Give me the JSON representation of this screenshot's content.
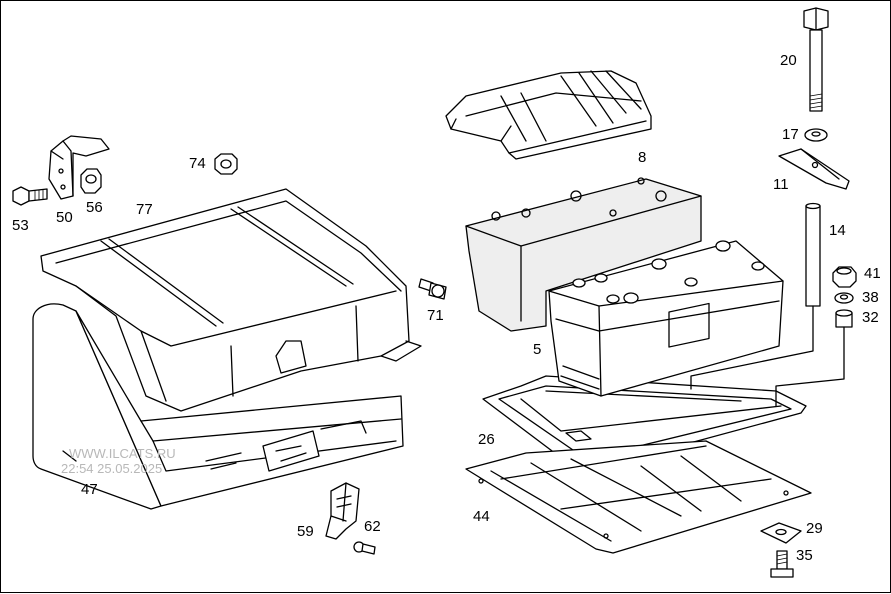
{
  "watermark": {
    "site": "WWW.ILCATS.RU",
    "timestamp": "22:54 25.05.2025"
  },
  "parts": [
    {
      "id": "p20",
      "label": "20"
    },
    {
      "id": "p17",
      "label": "17"
    },
    {
      "id": "p11",
      "label": "11"
    },
    {
      "id": "p14",
      "label": "14"
    },
    {
      "id": "p41",
      "label": "41"
    },
    {
      "id": "p38",
      "label": "38"
    },
    {
      "id": "p32",
      "label": "32"
    },
    {
      "id": "p8",
      "label": "8"
    },
    {
      "id": "p5",
      "label": "5"
    },
    {
      "id": "p26",
      "label": "26"
    },
    {
      "id": "p44",
      "label": "44"
    },
    {
      "id": "p29",
      "label": "29"
    },
    {
      "id": "p35",
      "label": "35"
    },
    {
      "id": "p74",
      "label": "74"
    },
    {
      "id": "p71",
      "label": "71"
    },
    {
      "id": "p53",
      "label": "53"
    },
    {
      "id": "p50",
      "label": "50"
    },
    {
      "id": "p56",
      "label": "56"
    },
    {
      "id": "p77",
      "label": "77"
    },
    {
      "id": "p47",
      "label": "47"
    },
    {
      "id": "p59",
      "label": "59"
    },
    {
      "id": "p62",
      "label": "62"
    }
  ]
}
